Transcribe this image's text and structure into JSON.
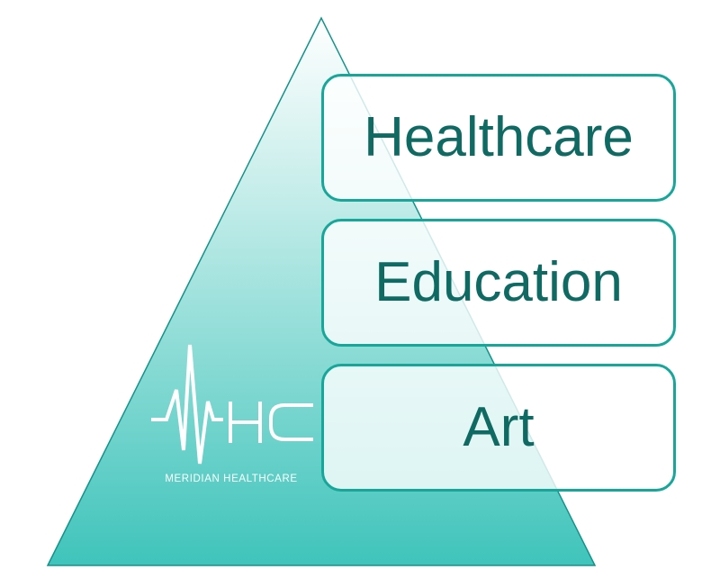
{
  "pyramid": {
    "tiers": [
      {
        "label": "Healthcare"
      },
      {
        "label": "Education"
      },
      {
        "label": "Art"
      }
    ],
    "fill_top_color": "#ffffff",
    "fill_bottom_color": "#3fc4bb",
    "stroke_color": "#12938a",
    "box_border_color": "#17a79a",
    "text_color": "#0f6a63"
  },
  "logo": {
    "icon": "heartbeat-hc-logo-icon",
    "mark": "HC",
    "tagline": "MERIDIAN HEALTHCARE",
    "color": "#ffffff"
  }
}
